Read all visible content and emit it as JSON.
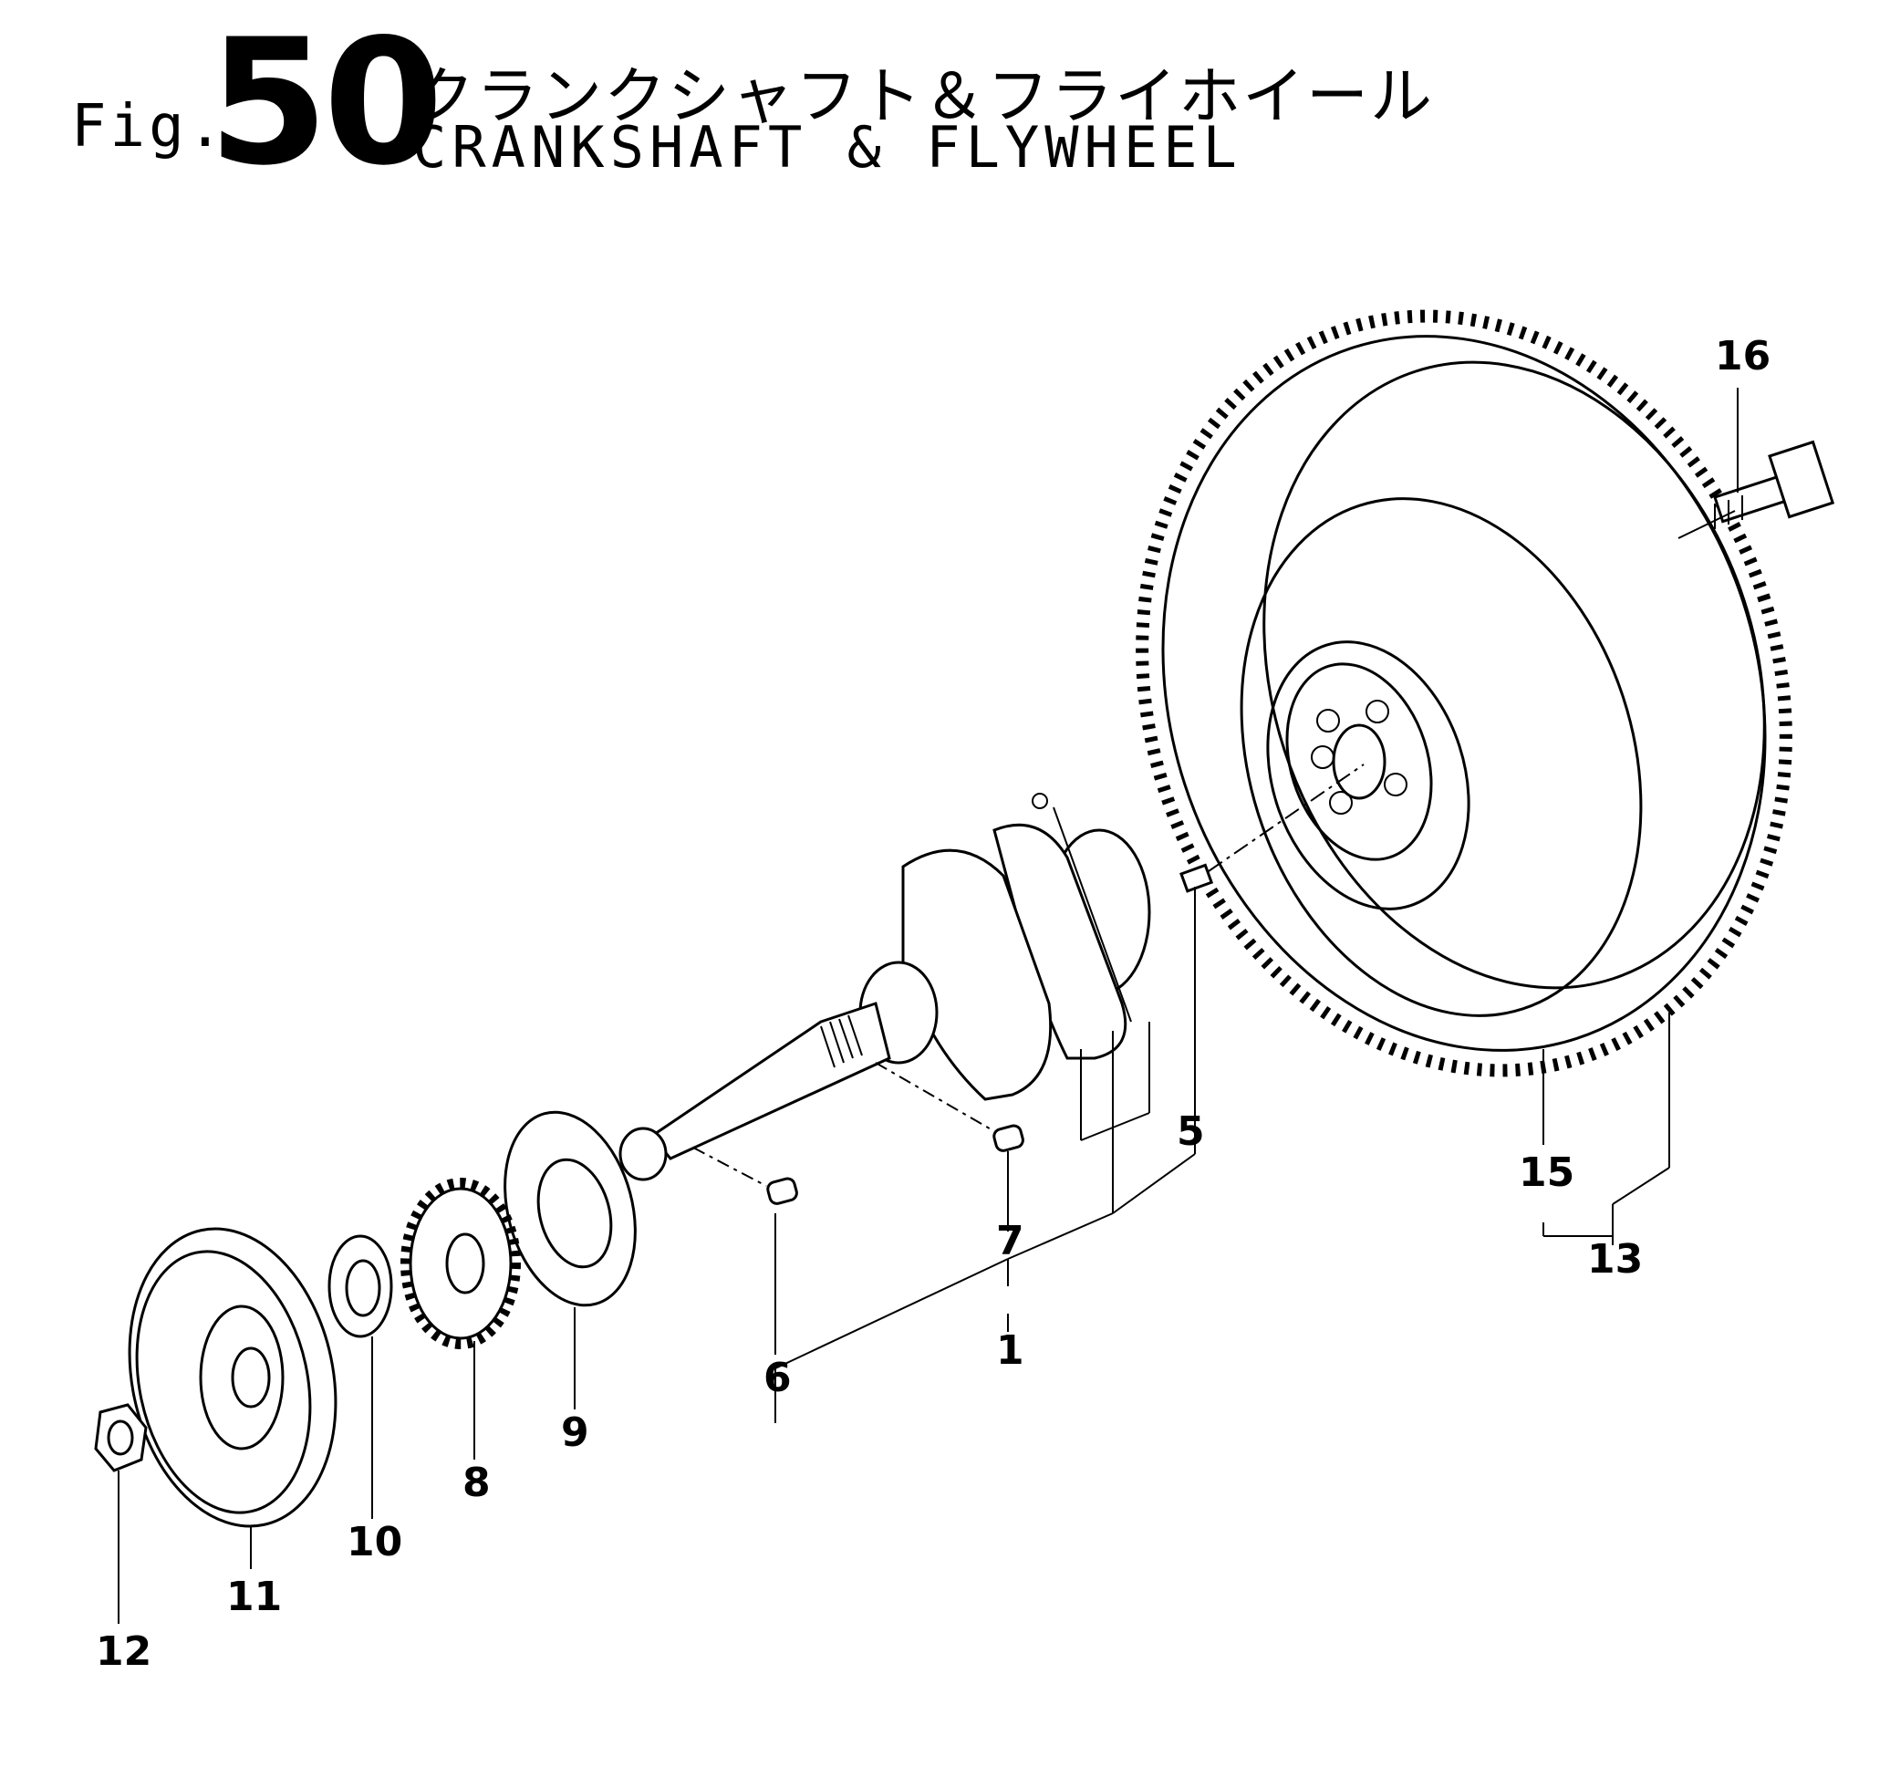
{
  "header": {
    "fig_prefix": "Fig.",
    "fig_number": "50",
    "title_jp": "クランクシャフト＆フライホイール",
    "title_en": "CRANKSHAFT & FLYWHEEL"
  },
  "parts": [
    {
      "id": "1",
      "label": "1"
    },
    {
      "id": "5",
      "label": "5"
    },
    {
      "id": "6",
      "label": "6"
    },
    {
      "id": "7",
      "label": "7"
    },
    {
      "id": "8",
      "label": "8"
    },
    {
      "id": "9",
      "label": "9"
    },
    {
      "id": "10",
      "label": "10"
    },
    {
      "id": "11",
      "label": "11"
    },
    {
      "id": "12",
      "label": "12"
    },
    {
      "id": "13",
      "label": "13"
    },
    {
      "id": "15",
      "label": "15"
    },
    {
      "id": "16",
      "label": "16"
    }
  ]
}
